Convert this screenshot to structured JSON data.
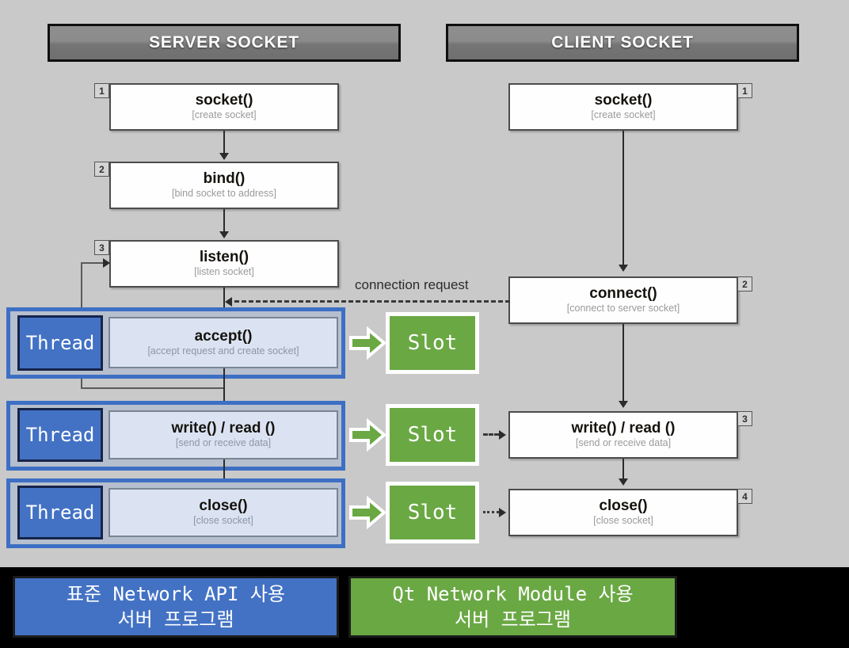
{
  "colors": {
    "canvas_bg": "#c9c9c9",
    "page_bg": "#000000",
    "header_gray": "#8b8b8b",
    "thread_blue": "#4372c4",
    "thread_border": "#16244a",
    "group_border": "#3d6fc4",
    "group_fill": "#b6bfcd",
    "slot_green": "#6aa844",
    "inner_box_fill": "#dbe3f2",
    "box_fill": "#fefefe",
    "desc_gray": "#9a9a9a"
  },
  "columns": {
    "server": {
      "title": "SERVER SOCKET"
    },
    "client": {
      "title": "CLIENT SOCKET"
    }
  },
  "server_steps": [
    {
      "badge": "1",
      "fn": "socket()",
      "desc": "[create socket]"
    },
    {
      "badge": "2",
      "fn": "bind()",
      "desc": "[bind socket to address]"
    },
    {
      "badge": "3",
      "fn": "listen()",
      "desc": "[listen socket]"
    },
    {
      "badge": "",
      "fn": "accept()",
      "desc": "[accept request and create socket]"
    },
    {
      "badge": "",
      "fn": "write() / read ()",
      "desc": "[send or receive data]"
    },
    {
      "badge": "",
      "fn": "close()",
      "desc": "[close socket]"
    }
  ],
  "client_steps": [
    {
      "badge": "1",
      "fn": "socket()",
      "desc": "[create socket]"
    },
    {
      "badge": "2",
      "fn": "connect()",
      "desc": "[connect to server socket]"
    },
    {
      "badge": "3",
      "fn": "write() / read ()",
      "desc": "[send or receive data]"
    },
    {
      "badge": "4",
      "fn": "close()",
      "desc": "[close socket]"
    }
  ],
  "threads": [
    {
      "label": "Thread"
    },
    {
      "label": "Thread"
    },
    {
      "label": "Thread"
    }
  ],
  "slots": [
    {
      "label": "Slot"
    },
    {
      "label": "Slot"
    },
    {
      "label": "Slot"
    }
  ],
  "connection_label": "connection request",
  "legend": {
    "left": {
      "line1": "표준 Network API 사용",
      "line2": "서버 프로그램"
    },
    "right": {
      "line1": "Qt Network Module 사용",
      "line2": "서버 프로그램"
    }
  }
}
